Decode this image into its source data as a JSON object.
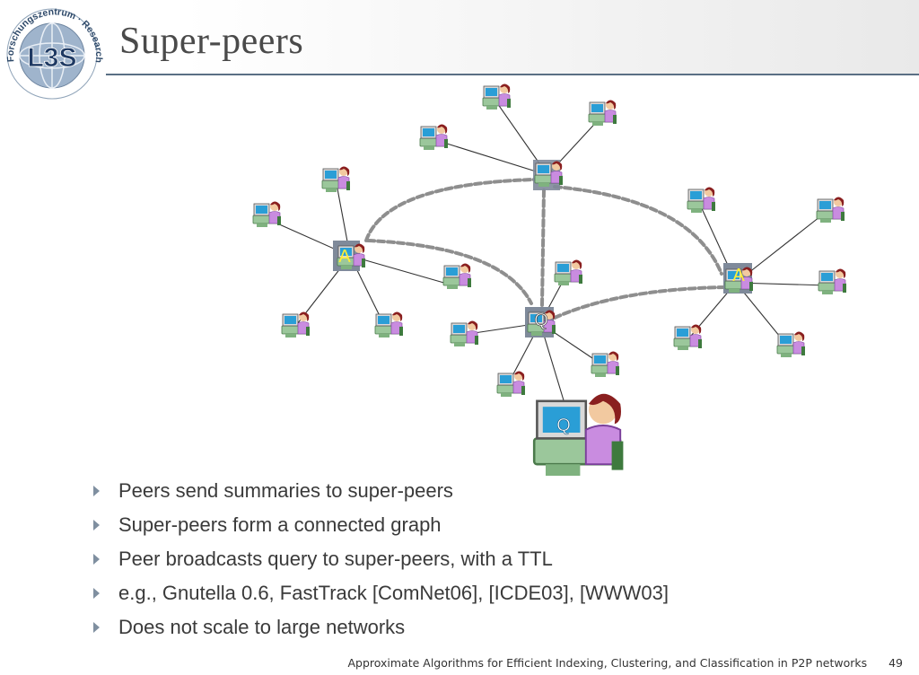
{
  "slide": {
    "title": "Super-peers",
    "footer_text": "Approximate Algorithms for Efficient Indexing, Clustering, and Classification in P2P networks",
    "page_number": "49"
  },
  "logo": {
    "text": "L3S",
    "ring_text": "Forschungszentrum · Research Center"
  },
  "diagram": {
    "superpeer_a_label": "A",
    "superpeer_b_label": "A",
    "query_peer_label": "Q",
    "query_user_label": "Q"
  },
  "bullets": [
    "Peers send summaries to super-peers",
    "Super-peers form a connected graph",
    "Peer broadcasts query to super-peers, with a TTL",
    "e.g., Gnutella 0.6, FastTrack [ComNet06], [ICDE03], [WWW03]",
    "Does not scale to large networks"
  ],
  "colors": {
    "accent": "#5a6f84",
    "title": "#4a4a4a",
    "label_yellow": "#ffee33",
    "superpeer_box": "#7f8a9a",
    "person_shirt": "#c98ce0"
  }
}
